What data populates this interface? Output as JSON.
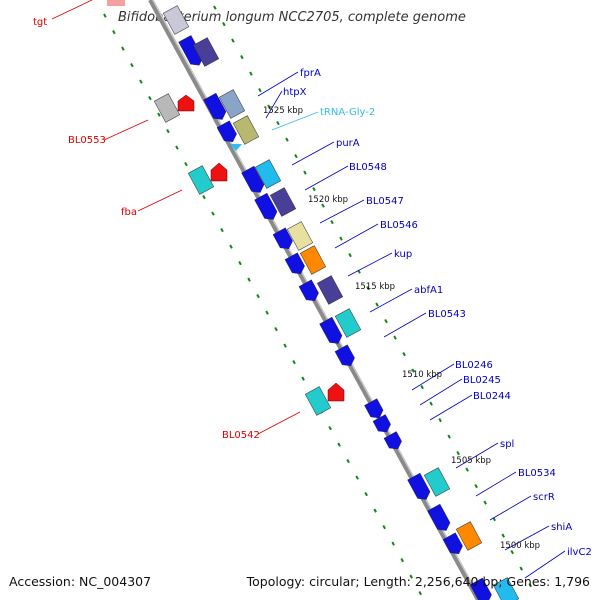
{
  "title": "Bifidobacterium longum NCC2705, complete genome",
  "footer": {
    "accession": "Accession: NC_004307",
    "topology": "Topology: circular; Length: 2,256,640 bp; Genes: 1,796"
  },
  "colors": {
    "forward_label": "#0000c0",
    "reverse_label": "#dd0000",
    "trna_label": "#33bbee",
    "backbone": "#8a8a8a",
    "gc_dashes": "#118811"
  },
  "scale_labels": [
    "1525 kbp",
    "1520 kbp",
    "1515 kbp",
    "1510 kbp",
    "1505 kbp",
    "1500 kbp"
  ],
  "forward_labels": [
    "fprA",
    "htpX",
    "purA",
    "BL0548",
    "BL0547",
    "BL0546",
    "kup",
    "abfA1",
    "BL0543",
    "BL0246",
    "BL0245",
    "BL0244",
    "spl",
    "BL0534",
    "scrR",
    "shiA",
    "ilvC2"
  ],
  "trna_labels": [
    "tRNA-Gly-2"
  ],
  "reverse_labels": [
    "tgt",
    "BL0553",
    "fba",
    "BL0542"
  ]
}
